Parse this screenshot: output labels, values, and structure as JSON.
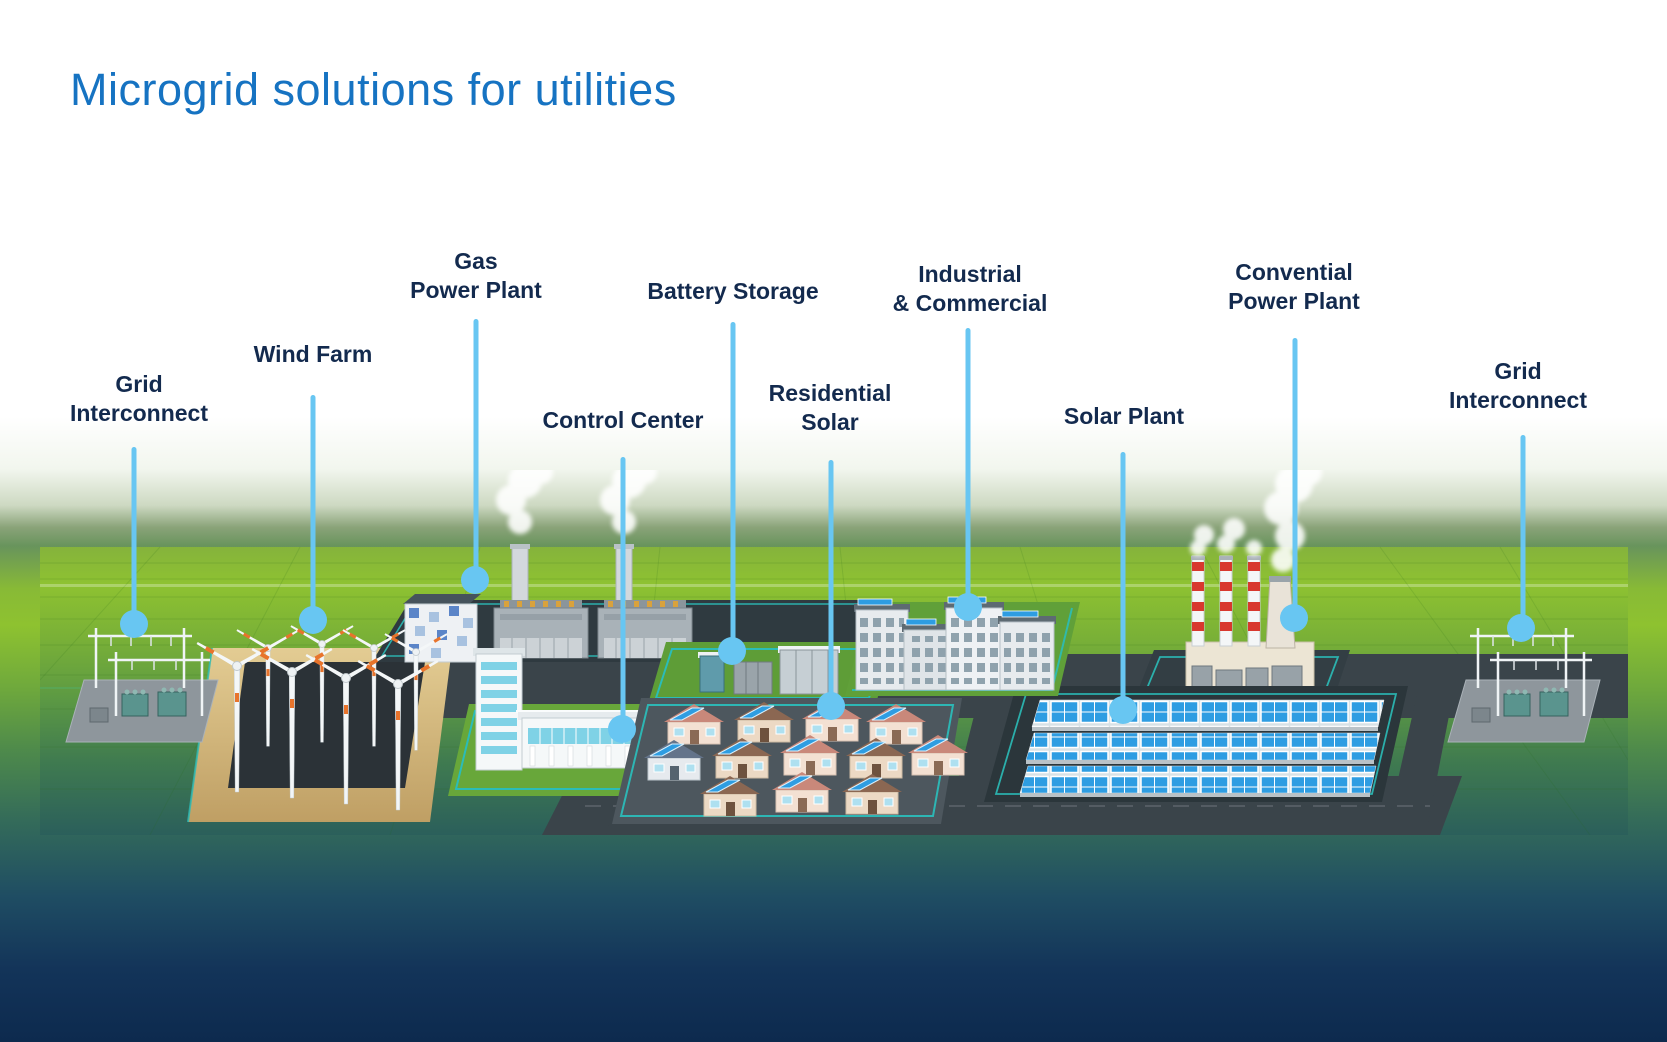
{
  "title": {
    "text": "Microgrid solutions for utilities"
  },
  "colors": {
    "title_blue": "#1673C2",
    "label_navy": "#132A4E",
    "callout_blue": "#68C6F2",
    "plot_border_teal": "#2BBCB8",
    "grass_green": "#8EC230",
    "deep_navy": "#0D2A4E"
  },
  "callouts": [
    {
      "id": "grid-interconnect-left",
      "label": "Grid\nInterconnect"
    },
    {
      "id": "wind-farm",
      "label": "Wind Farm"
    },
    {
      "id": "gas-power-plant",
      "label": "Gas\nPower Plant"
    },
    {
      "id": "control-center",
      "label": "Control Center"
    },
    {
      "id": "battery-storage",
      "label": "Battery Storage"
    },
    {
      "id": "residential-solar",
      "label": "Residential\nSolar"
    },
    {
      "id": "industrial-commercial",
      "label": "Industrial\n& Commercial"
    },
    {
      "id": "solar-plant",
      "label": "Solar Plant"
    },
    {
      "id": "convential-power-plant",
      "label": "Convential\nPower Plant"
    },
    {
      "id": "grid-interconnect-right",
      "label": "Grid\nInterconnect"
    }
  ]
}
